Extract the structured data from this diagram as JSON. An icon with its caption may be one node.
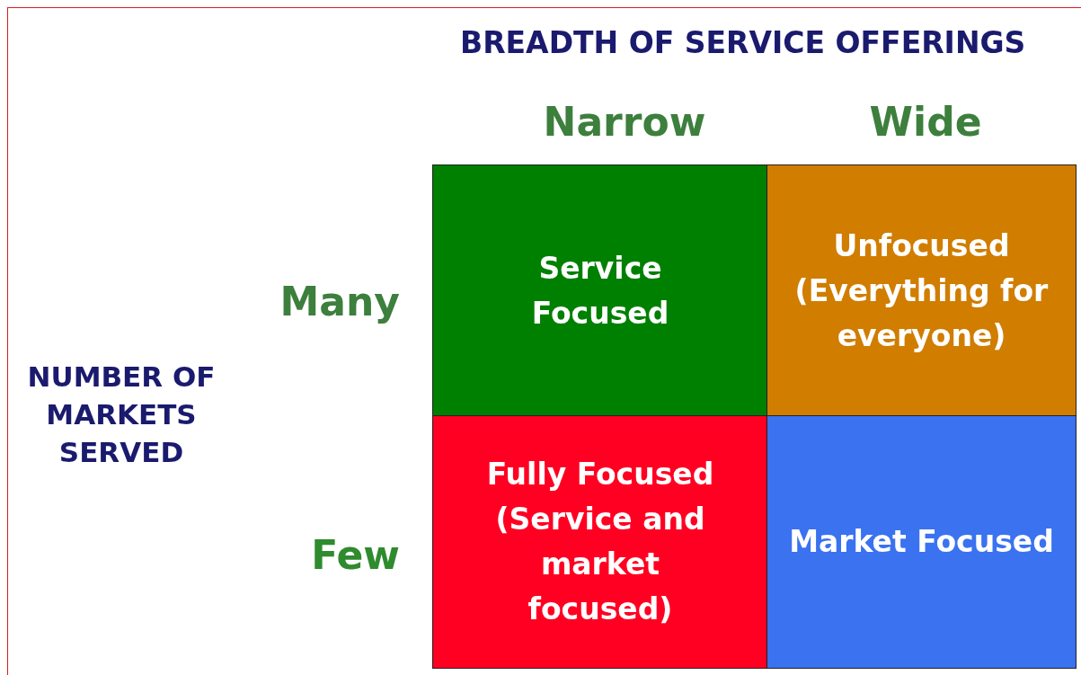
{
  "diagram": {
    "title": "BREADTH OF SERVICE OFFERINGS",
    "nodes": [
      {
        "text": [
          "Service Focused"
        ]
      },
      {
        "text": [
          "Unfocused (Everything for everyone)"
        ]
      },
      {
        "text": [
          "Fully Focused (Service and market focused)"
        ]
      },
      {
        "text": [
          "Market Focused"
        ]
      }
    ],
    "labels": [
      "Narrow",
      "Wide",
      "Many",
      "NUMBER OF MARKETS SERVED",
      "Few"
    ]
  }
}
